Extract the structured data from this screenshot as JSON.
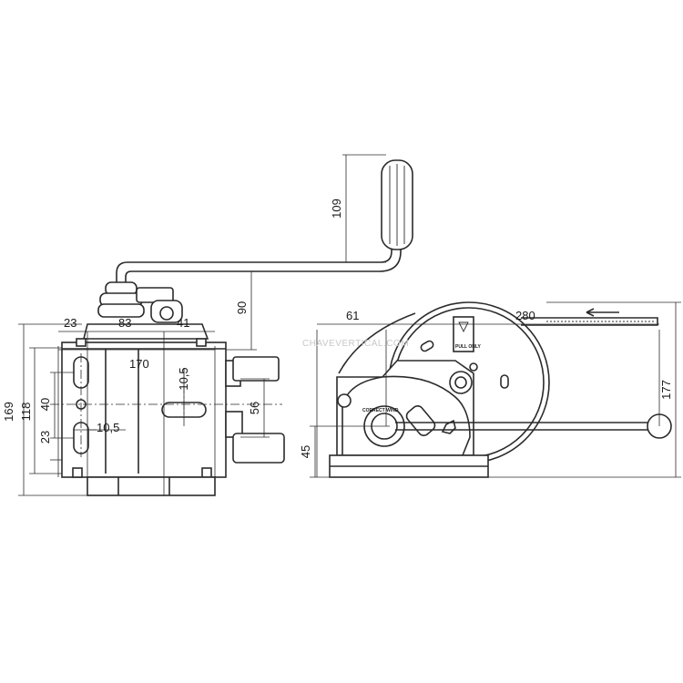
{
  "watermark": "CHAVEVERTICAL.COM",
  "labels": {
    "pull_only": "PULL ONLY",
    "drum_label": "CORRECT WIND"
  },
  "dimensions": {
    "front": {
      "overall_height": "169",
      "plate_height": "118",
      "slot_spacing": "40",
      "lower_offset": "23",
      "slot_width_left": "10,5",
      "slot_width_right": "10,5",
      "hub_height": "56",
      "handle_height": "90",
      "bottom_left": "23",
      "bottom_mid": "83",
      "bottom_right": "41",
      "overall_width": "170"
    },
    "side": {
      "grip_length": "109",
      "drum_height": "177",
      "shaft_height": "45",
      "shaft_offset": "61",
      "crank_length": "280"
    }
  }
}
